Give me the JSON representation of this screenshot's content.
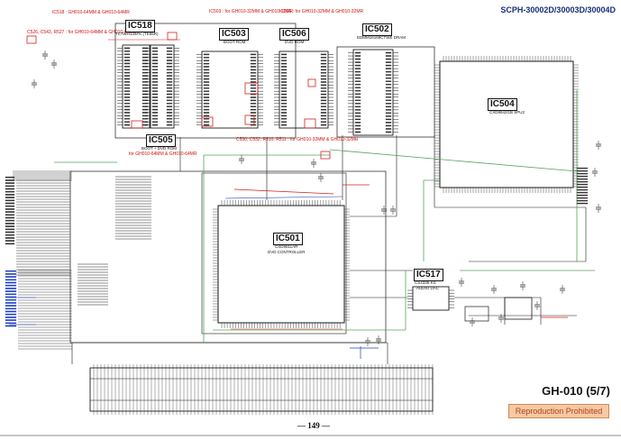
{
  "header": {
    "model": "SCPH-30002D/30003D/30004D"
  },
  "footer": {
    "sheet_title": "GH-010 (5/7)",
    "page_number": "— 149 —",
    "notice": "Reproduction Prohibited"
  },
  "notes": {
    "ic518": "IC518 : GH010-64MM & GH010-64MR",
    "ic503": "IC503 : for GH010-32MM & GH010-32MR",
    "ic506": "IC506 : for GH010-32MM & GH010-32MR",
    "c526": "C526, C543, R527 : for GH010-64MM & GH010-64MR",
    "ic505": "for GH010-64MM & GH010-64MR",
    "c530": "C530, C532, R510, R511 : for GH010-32MM & GH010-32MR"
  },
  "chips": {
    "ic518": {
      "name": "IC518",
      "part": "TC7WH125FK (TE85R)"
    },
    "ic503": {
      "name": "IC503",
      "part": "BOOT ROM"
    },
    "ic506": {
      "name": "IC506",
      "part": "DVD ROM"
    },
    "ic502": {
      "name": "IC502",
      "part": "EDMM16169CTWE DRAM"
    },
    "ic504": {
      "name": "IC504",
      "part": "CXD9942GB SPU2"
    },
    "ic505": {
      "name": "IC505",
      "part": "BOOT + DVD ROM"
    },
    "ic501": {
      "name": "IC501",
      "part": "CXD9611AR",
      "desc": "DVD CONTROLLER"
    },
    "ic517": {
      "name": "IC517",
      "part": "CS4335-KS",
      "desc": "AUDIO DAC"
    }
  },
  "colors": {
    "ink": "#1a1a1a",
    "wire_green": "#5aa05a",
    "wire_red": "#d02020",
    "wire_blue": "#2040c0",
    "title_blue": "#1a2f7a"
  }
}
